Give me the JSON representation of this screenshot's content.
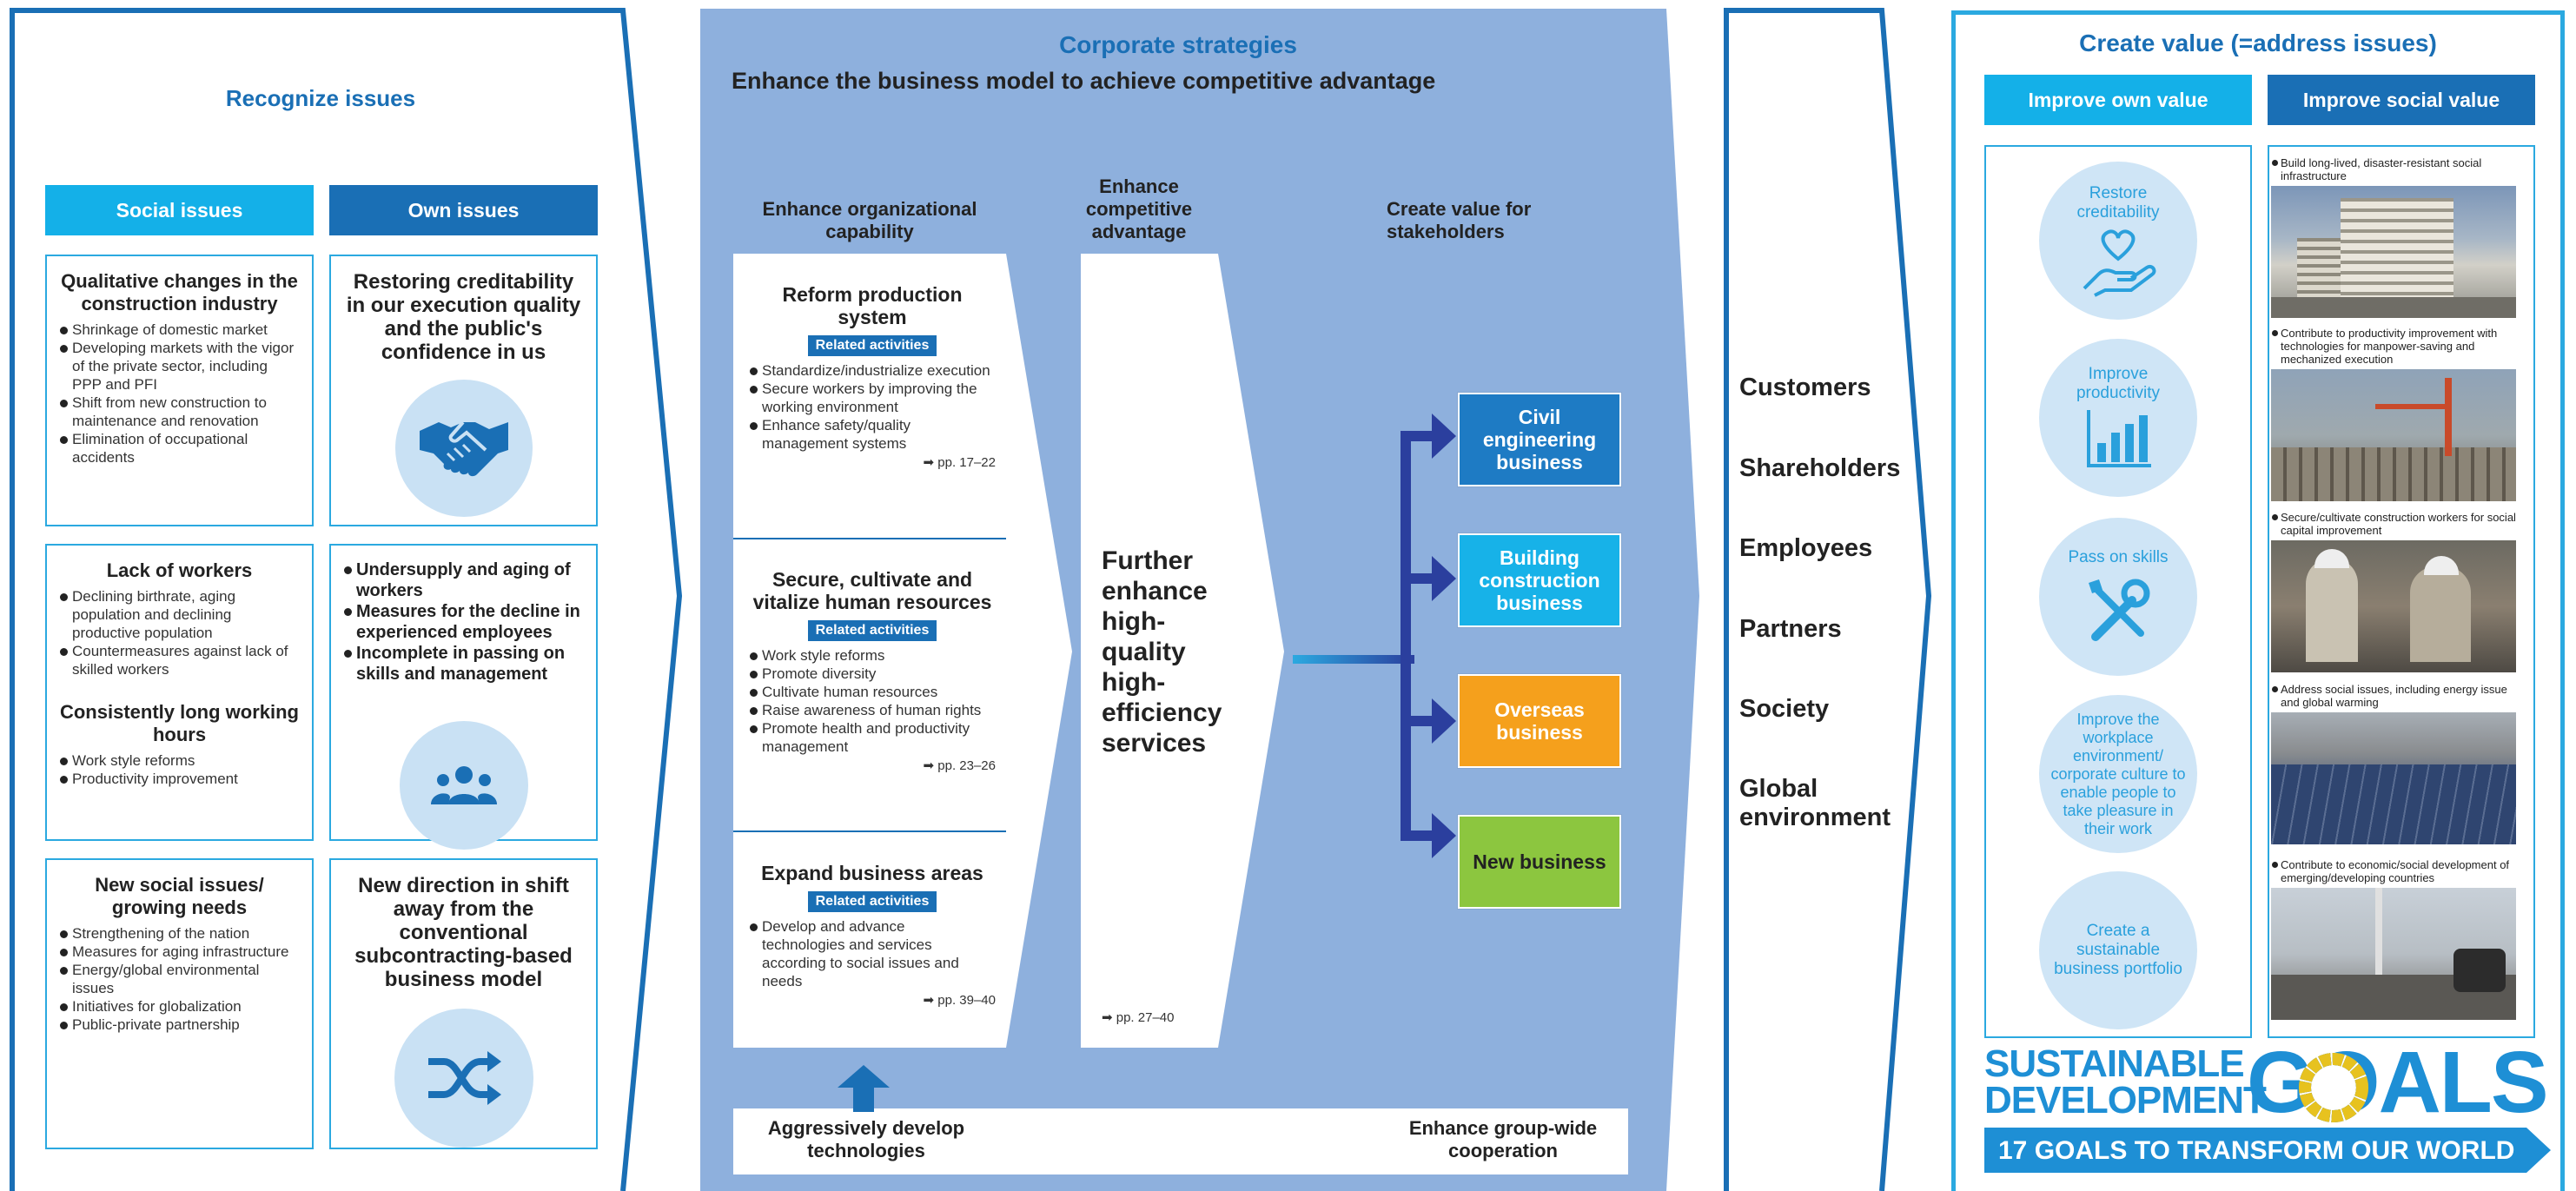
{
  "recognize": {
    "title": "Recognize issues",
    "col_social": "Social issues",
    "col_own": "Own issues",
    "social_boxes": [
      {
        "title": "Qualitative changes in the construction industry",
        "items": [
          "Shrinkage of domestic market",
          "Developing markets with the vigor of the private sector, including PPP and PFI",
          "Shift from new construction to maintenance and renovation",
          "Elimination of occupational accidents"
        ]
      },
      {
        "title": "Lack of workers",
        "items": [
          "Declining birthrate, aging population and declining productive population",
          "Countermeasures against lack of skilled workers"
        ],
        "title2": "Consistently long working hours",
        "items2": [
          "Work style reforms",
          "Productivity improvement"
        ]
      },
      {
        "title": "New social issues/ growing needs",
        "items": [
          "Strengthening of the nation",
          "Measures for aging infrastructure",
          "Energy/global environmental issues",
          "Initiatives for globalization",
          "Public-private partnership"
        ]
      }
    ],
    "own_boxes": [
      {
        "title": "Restoring creditability in our execution quality and the public's confidence in us",
        "icon": "handshake-icon"
      },
      {
        "items": [
          "Undersupply and aging of workers",
          "Measures for the decline in experienced employees",
          "Incomplete in passing on skills and management"
        ],
        "icon": "people-icon"
      },
      {
        "title": "New direction in shift away from the conventional subcontracting-based business model",
        "icon": "shuffle-icon"
      }
    ]
  },
  "strategies": {
    "title": "Corporate strategies",
    "subtitle": "Enhance the business model to achieve competitive advantage",
    "col_org": "Enhance organizational capability",
    "col_comp": "Enhance competitive advantage",
    "col_value": "Create value for stakeholders",
    "related_label": "Related activities",
    "org_blocks": [
      {
        "title": "Reform production system",
        "items": [
          "Standardize/industrialize execution",
          "Secure workers by improving the working environment",
          "Enhance safety/quality management systems"
        ],
        "pages": "pp. 17–22"
      },
      {
        "title": "Secure, cultivate and vitalize human resources",
        "items": [
          "Work style reforms",
          "Promote diversity",
          "Cultivate human resources",
          "Raise awareness of human rights",
          "Promote health and productivity management"
        ],
        "pages": "pp. 23–26"
      },
      {
        "title": "Expand business areas",
        "items": [
          "Develop and advance technologies and services according to social issues and needs"
        ],
        "pages": "pp. 39–40"
      }
    ],
    "competitive_text": "Further enhance high-quality high-efficiency services",
    "competitive_pages": "pp. 27–40",
    "businesses": [
      {
        "label": "Civil engineering business",
        "color": "#1e7bc4"
      },
      {
        "label": "Building construction business",
        "color": "#17b2e8"
      },
      {
        "label": "Overseas business",
        "color": "#f5a01c"
      },
      {
        "label": "New business",
        "color": "#8cc63f"
      }
    ],
    "bottom_left": "Aggressively develop technologies",
    "bottom_right": "Enhance group-wide cooperation"
  },
  "stakeholders": [
    "Customers",
    "Shareholders",
    "Employees",
    "Partners",
    "Society",
    "Global environment"
  ],
  "create": {
    "title": "Create value (=address issues)",
    "col_own": "Improve own value",
    "col_social": "Improve social value",
    "own_values": [
      {
        "label": "Restore creditability",
        "icon": "heart-hand-icon"
      },
      {
        "label": "Improve productivity",
        "icon": "bar-chart-icon"
      },
      {
        "label": "Pass on skills",
        "icon": "tools-icon"
      },
      {
        "label": "Improve the workplace environment/ corporate culture to enable people to take pleasure in their work",
        "icon": ""
      },
      {
        "label": "Create a sustainable business portfolio",
        "icon": ""
      }
    ],
    "social_values": [
      "Build long-lived, disaster-resistant social infrastructure",
      "Contribute to productivity improvement with technologies for manpower-saving and mechanized execution",
      "Secure/cultivate construction workers for social capital improvement",
      "Address social issues, including energy issue and global warming",
      "Contribute to economic/social development of emerging/developing countries"
    ],
    "sdg_line1": "SUSTAINABLE",
    "sdg_line2": "DEVELOPMENT",
    "sdg_goals": "GOALS",
    "sdg_banner": "17 GOALS TO TRANSFORM OUR WORLD"
  },
  "colors": {
    "blue_dark": "#1a6fb5",
    "blue_light": "#14b0e8",
    "strategy_bg": "#8eb0dd",
    "arrow": "#2b3f9e"
  }
}
